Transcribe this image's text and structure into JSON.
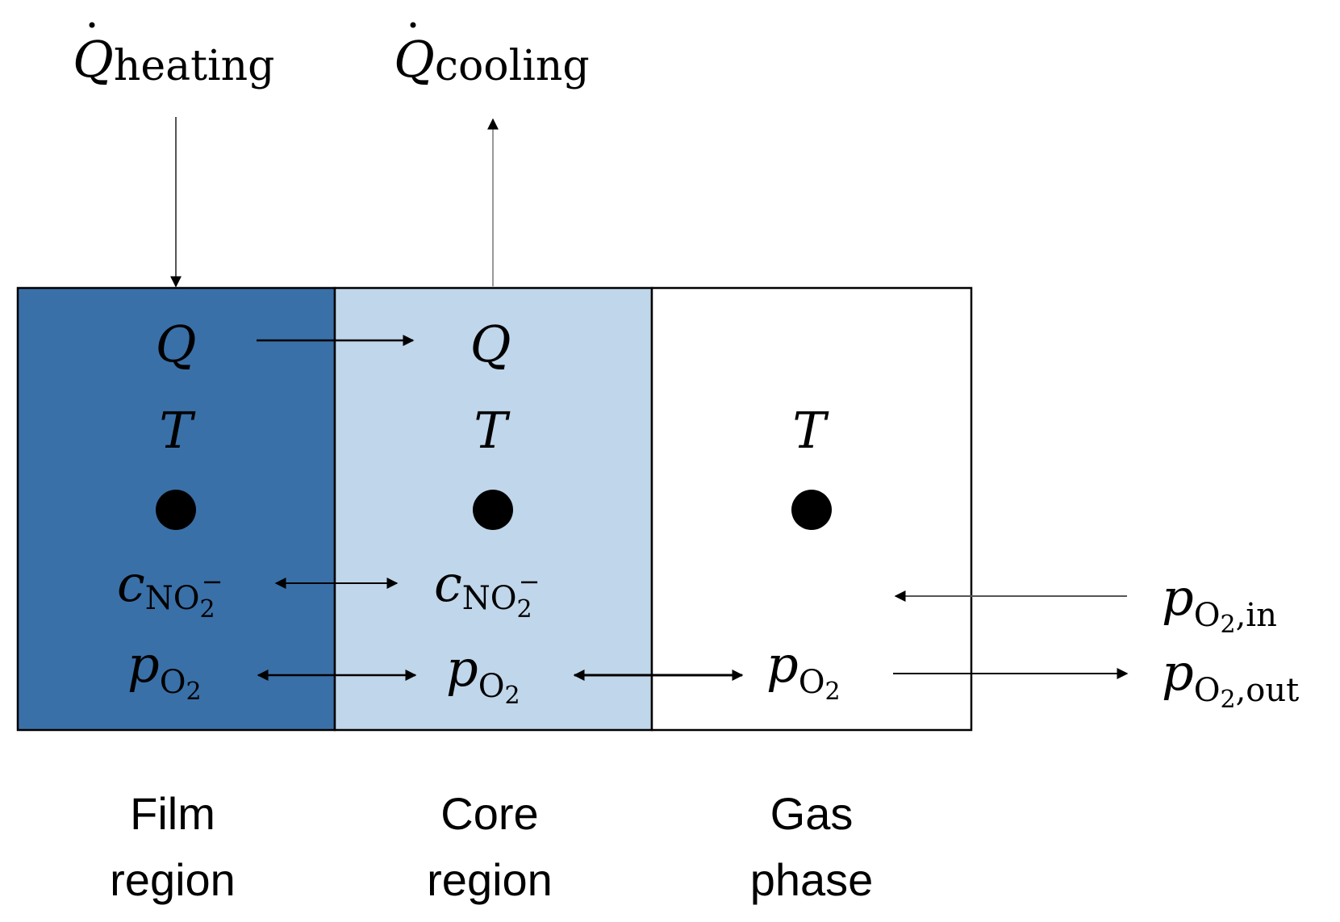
{
  "colors": {
    "film": "#3a70a8",
    "core": "#c0d6ea",
    "gas": "#ffffff",
    "line": "#000000",
    "thin_arrow": "#555555"
  },
  "top_fluxes": {
    "heating": {
      "symbol": "Q",
      "subscript": "heating"
    },
    "cooling": {
      "symbol": "Q",
      "subscript": "cooling"
    }
  },
  "regions": [
    {
      "id": "film",
      "heat": "Q",
      "temperature": "T",
      "conc": {
        "symbol": "c",
        "sub_base": "NO",
        "sub_index": "2",
        "sub_charge": "−"
      },
      "pressure": {
        "symbol": "p",
        "sub_base": "O",
        "sub_index": "2"
      },
      "label_line1": "Film",
      "label_line2": "region"
    },
    {
      "id": "core",
      "heat": "Q",
      "temperature": "T",
      "conc": {
        "symbol": "c",
        "sub_base": "NO",
        "sub_index": "2",
        "sub_charge": "−"
      },
      "pressure": {
        "symbol": "p",
        "sub_base": "O",
        "sub_index": "2"
      },
      "label_line1": "Core",
      "label_line2": "region"
    },
    {
      "id": "gas",
      "temperature": "T",
      "pressure": {
        "symbol": "p",
        "sub_base": "O",
        "sub_index": "2"
      },
      "label_line1": "Gas",
      "label_line2": "phase"
    }
  ],
  "gas_streams": {
    "inlet": {
      "symbol": "p",
      "sub_base": "O",
      "sub_index": "2",
      "sub_suffix": ",in"
    },
    "outlet": {
      "symbol": "p",
      "sub_base": "O",
      "sub_index": "2",
      "sub_suffix": ",out"
    }
  }
}
